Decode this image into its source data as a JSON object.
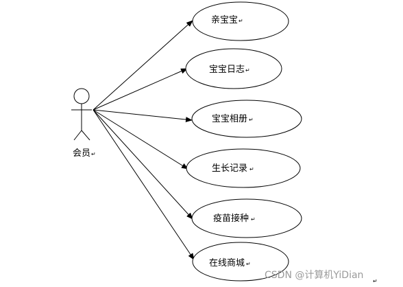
{
  "diagram": {
    "type": "use-case",
    "actor": {
      "name": "会员"
    },
    "use_cases": [
      {
        "label": "亲宝宝"
      },
      {
        "label": "宝宝日志"
      },
      {
        "label": "宝宝相册"
      },
      {
        "label": "生长记录"
      },
      {
        "label": "疫苗接种"
      },
      {
        "label": "在线商城"
      }
    ],
    "paragraph_mark": "↵"
  },
  "watermark": {
    "text": "CSDN @计算机YiDian"
  }
}
